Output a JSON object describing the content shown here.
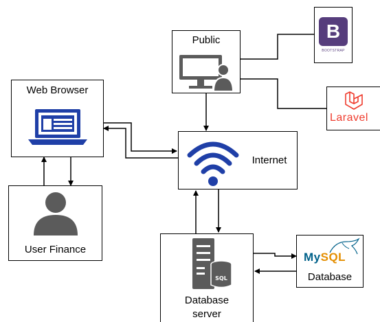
{
  "nodes": {
    "public": {
      "label": "Public"
    },
    "web_browser": {
      "label": "Web Browser"
    },
    "internet": {
      "label": "Internet"
    },
    "user_finance": {
      "label": "User Finance"
    },
    "database_server": {
      "label_line1": "Database",
      "label_line2": "server"
    },
    "database": {
      "label": "Database"
    }
  },
  "logos": {
    "bootstrap": {
      "letter": "B",
      "caption": "BOOTSTRAP",
      "color": "#563d7c"
    },
    "laravel": {
      "text": "Laravel",
      "color": "#ef3b2d"
    },
    "mysql": {
      "text_my": "My",
      "text_sql": "SQL",
      "color_my": "#00618a",
      "color_sql": "#e48e00"
    }
  },
  "colors": {
    "icon_blue": "#1f3fa7",
    "icon_gray": "#5b5b5b",
    "line": "#000000"
  }
}
